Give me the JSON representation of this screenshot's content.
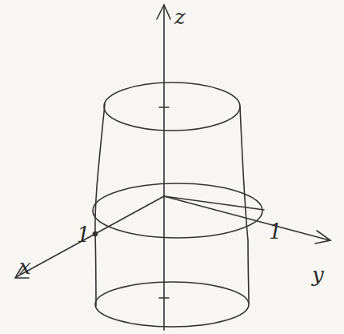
{
  "diagram": {
    "labels": [
      "z",
      "1",
      "1",
      "x",
      "y"
    ]
  }
}
